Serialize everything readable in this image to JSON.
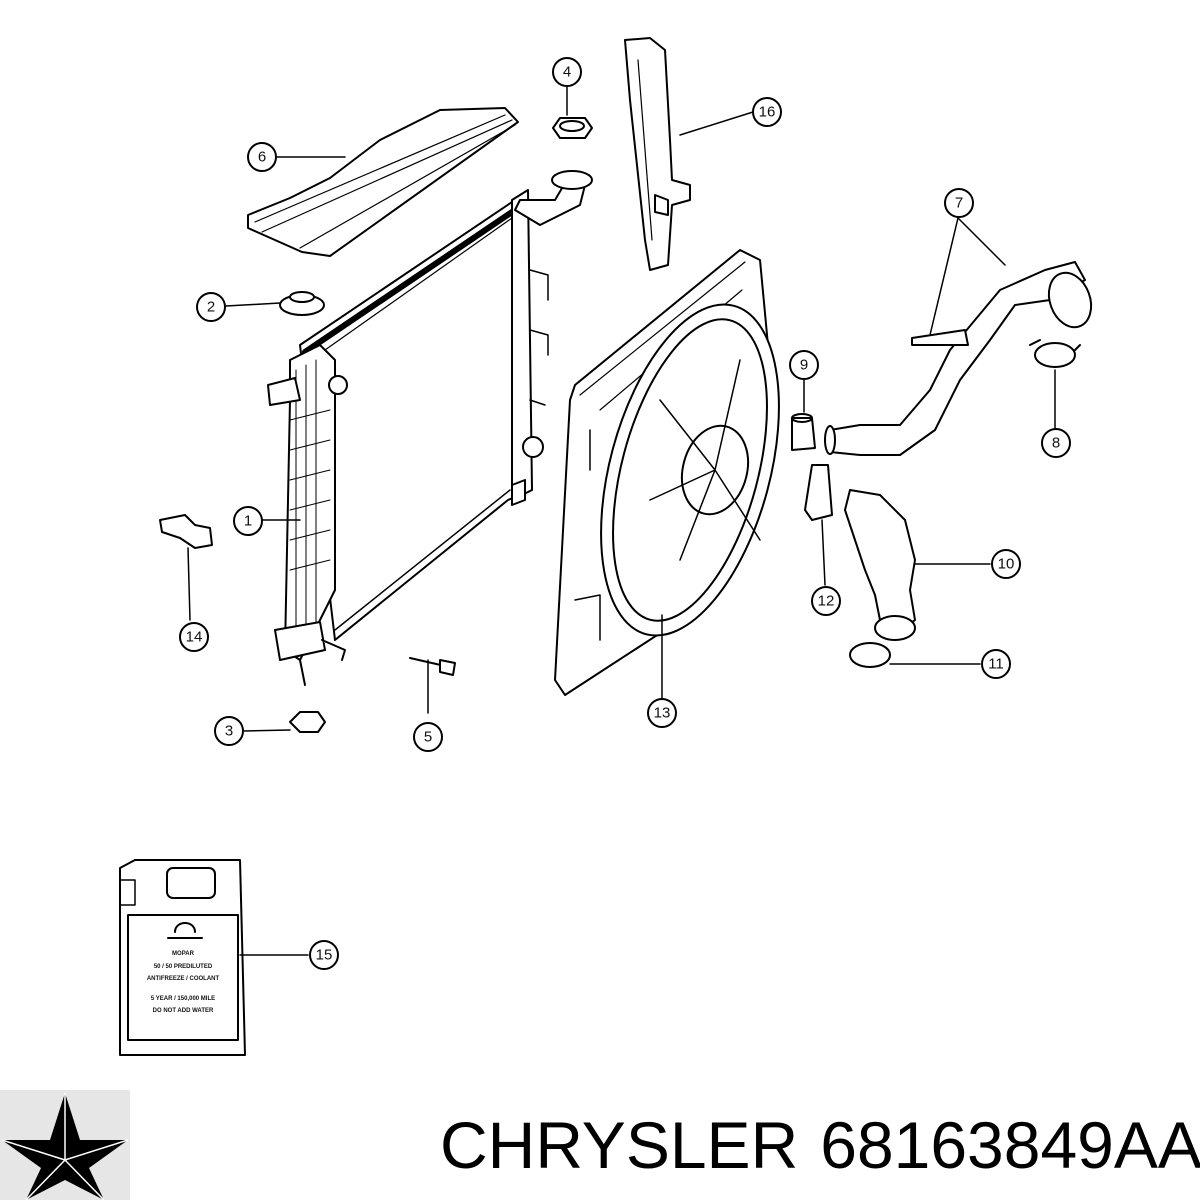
{
  "callouts": [
    "1",
    "2",
    "3",
    "4",
    "5",
    "6",
    "7",
    "8",
    "9",
    "10",
    "11",
    "12",
    "13",
    "14",
    "15",
    "16"
  ],
  "jug_label": {
    "line1": "MOPAR",
    "line2": "50 / 50 PREDILUTED",
    "line3": "ANTIFREEZE / COOLANT",
    "line4": "5 YEAR / 150,000 MILE",
    "line5": "DO NOT ADD WATER"
  },
  "footer": {
    "brand": "CHRYSLER",
    "part_number": "68163849AA"
  },
  "colors": {
    "line": "#000000",
    "background": "#ffffff"
  },
  "logo": {
    "icon": "chrysler-pentastar-icon"
  }
}
